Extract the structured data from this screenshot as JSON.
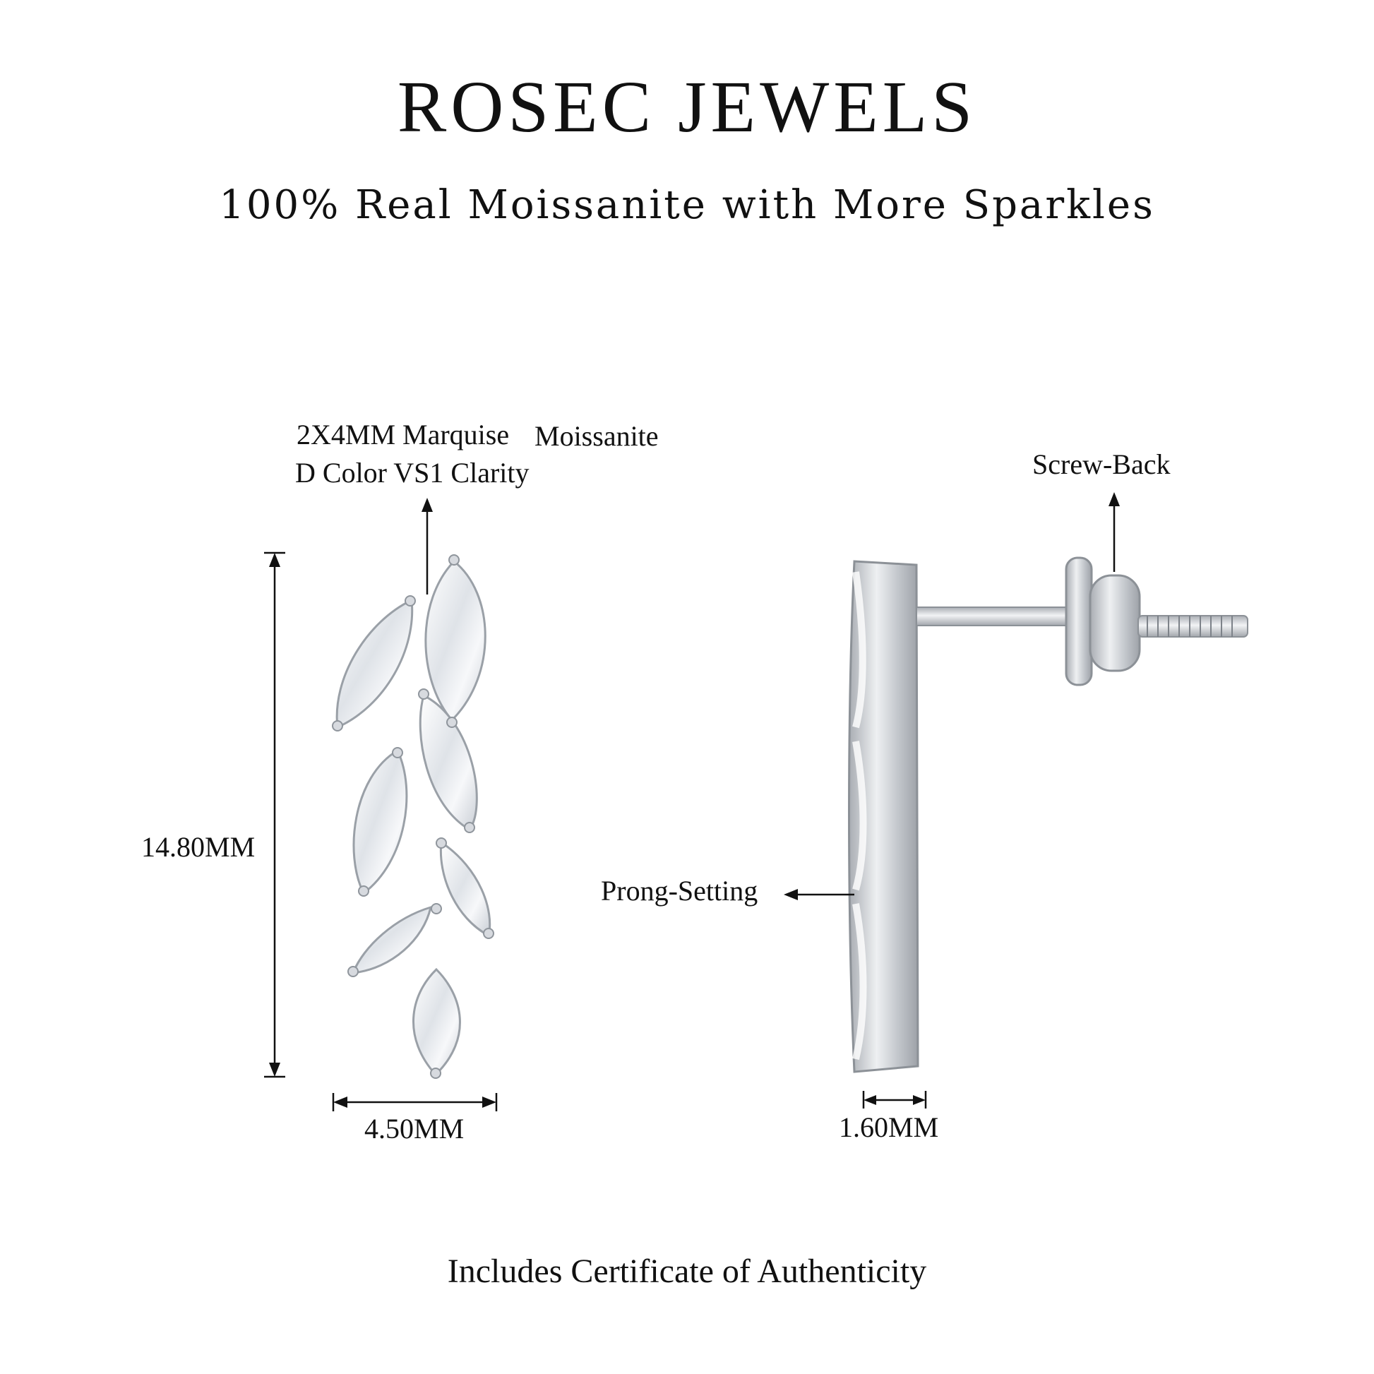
{
  "header": {
    "brand": "ROSEC JEWELS",
    "tagline": "100% Real Moissanite with More Sparkles"
  },
  "front_view": {
    "stone_line1a": "2X4MM Marquise",
    "stone_line1b": "Moissanite",
    "stone_line2": "D Color VS1 Clarity",
    "height_label": "14.80MM",
    "width_label": "4.50MM"
  },
  "side_view": {
    "back_label": "Screw-Back",
    "setting_label": "Prong-Setting",
    "depth_label": "1.60MM"
  },
  "footer": {
    "note": "Includes Certificate of Authenticity"
  },
  "colors": {
    "text": "#111111",
    "metal": "#c8cbd0",
    "stone": "#e9ecf0"
  }
}
